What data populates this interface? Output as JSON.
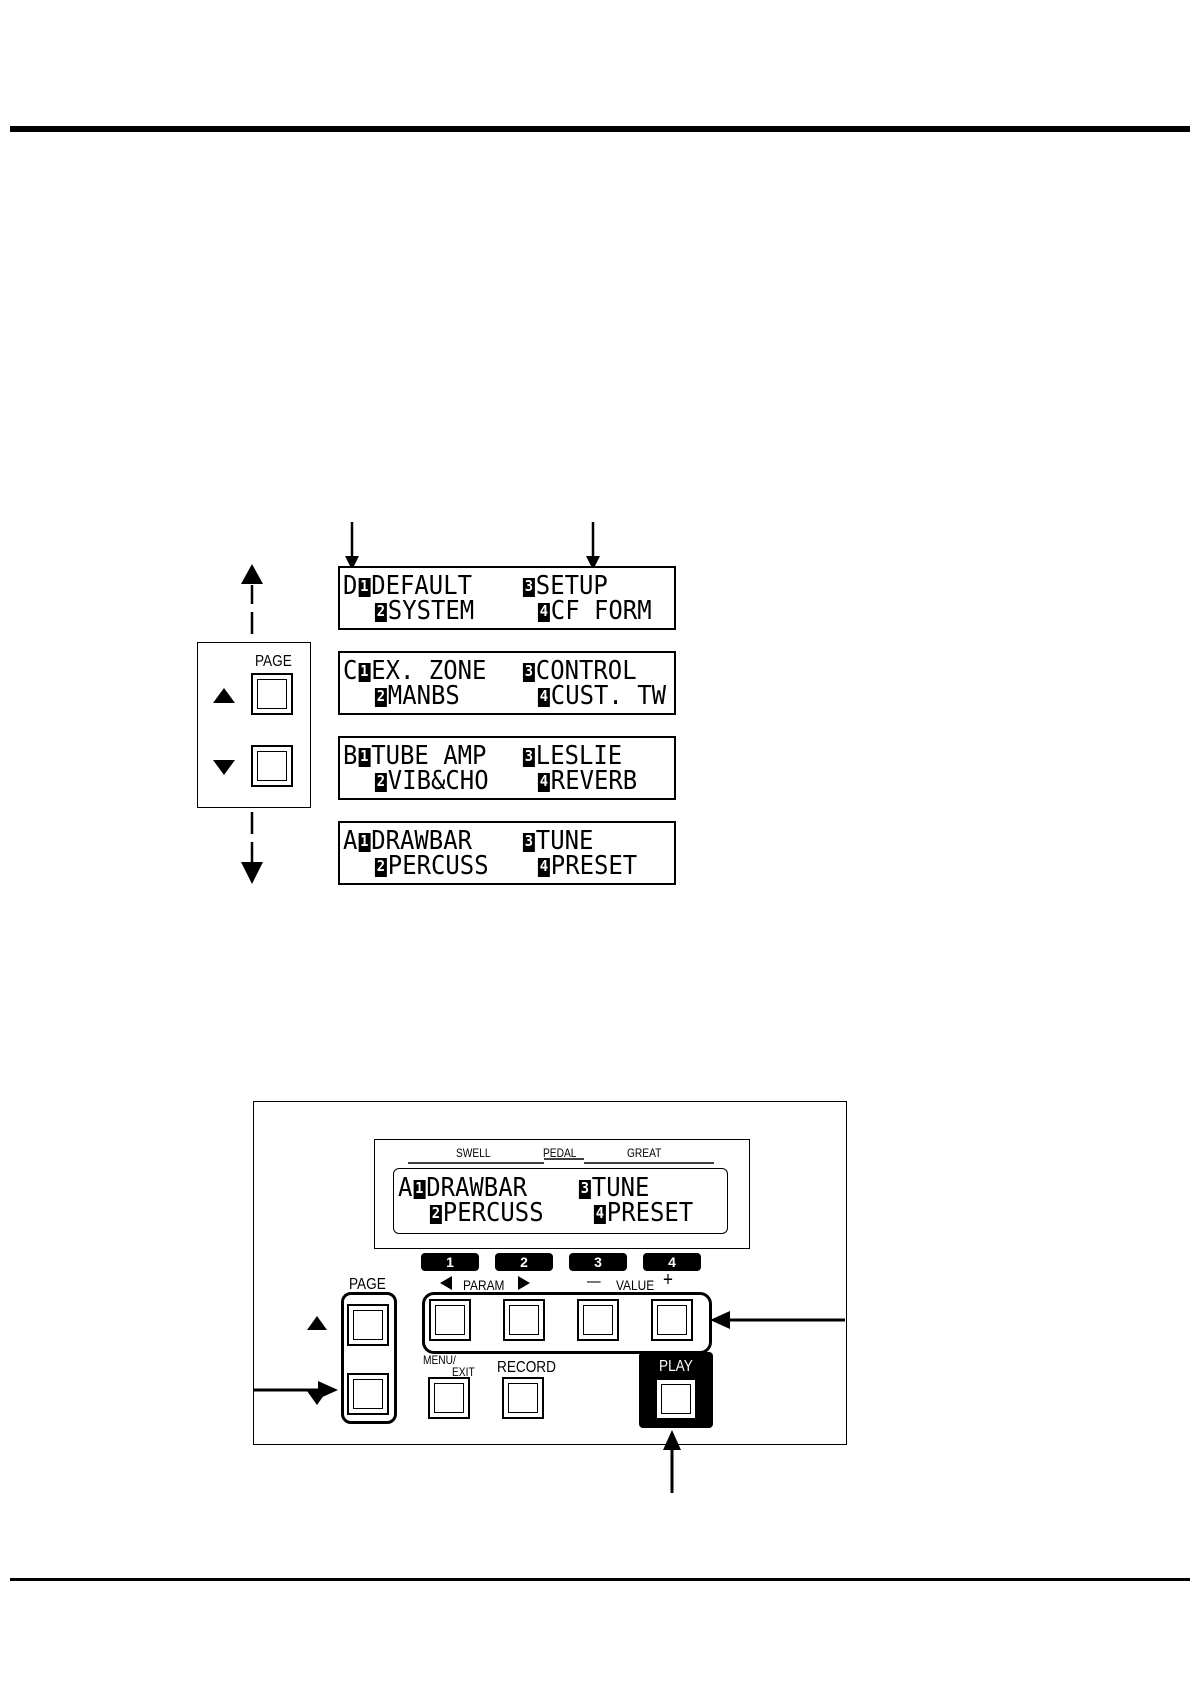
{
  "menu_pages": [
    {
      "bank": "D",
      "item1": "DEFAULT",
      "item2": "SYSTEM",
      "item3": "SETUP",
      "item4": "CF FORM"
    },
    {
      "bank": "C",
      "item1": "EX. ZONE",
      "item2": "MANBS",
      "item3": "CONTROL",
      "item4": "CUST. TW"
    },
    {
      "bank": "B",
      "item1": "TUBE AMP",
      "item2": "VIB&CHO",
      "item3": "LESLIE",
      "item4": "REVERB"
    },
    {
      "bank": "A",
      "item1": "DRAWBAR",
      "item2": "PERCUSS",
      "item3": "TUNE",
      "item4": "PRESET"
    }
  ],
  "page_nav": {
    "label": "PAGE",
    "up_icon": "triangle-up-icon",
    "down_icon": "triangle-down-icon"
  },
  "panel": {
    "display_labels": {
      "swell": "SWELL",
      "pedal": "PEDAL",
      "great": "GREAT"
    },
    "display": {
      "bank": "A",
      "item1": "DRAWBAR",
      "item2": "PERCUSS",
      "item3": "TUNE",
      "item4": "PRESET"
    },
    "number_keys": [
      "1",
      "2",
      "3",
      "4"
    ],
    "param_label": "PARAM",
    "value_label": "VALUE",
    "value_minus": "—",
    "value_plus": "+",
    "page_label": "PAGE",
    "menu_exit_label_top": "MENU/",
    "menu_exit_label_bottom": "EXIT",
    "record_label": "RECORD",
    "play_label": "PLAY"
  }
}
